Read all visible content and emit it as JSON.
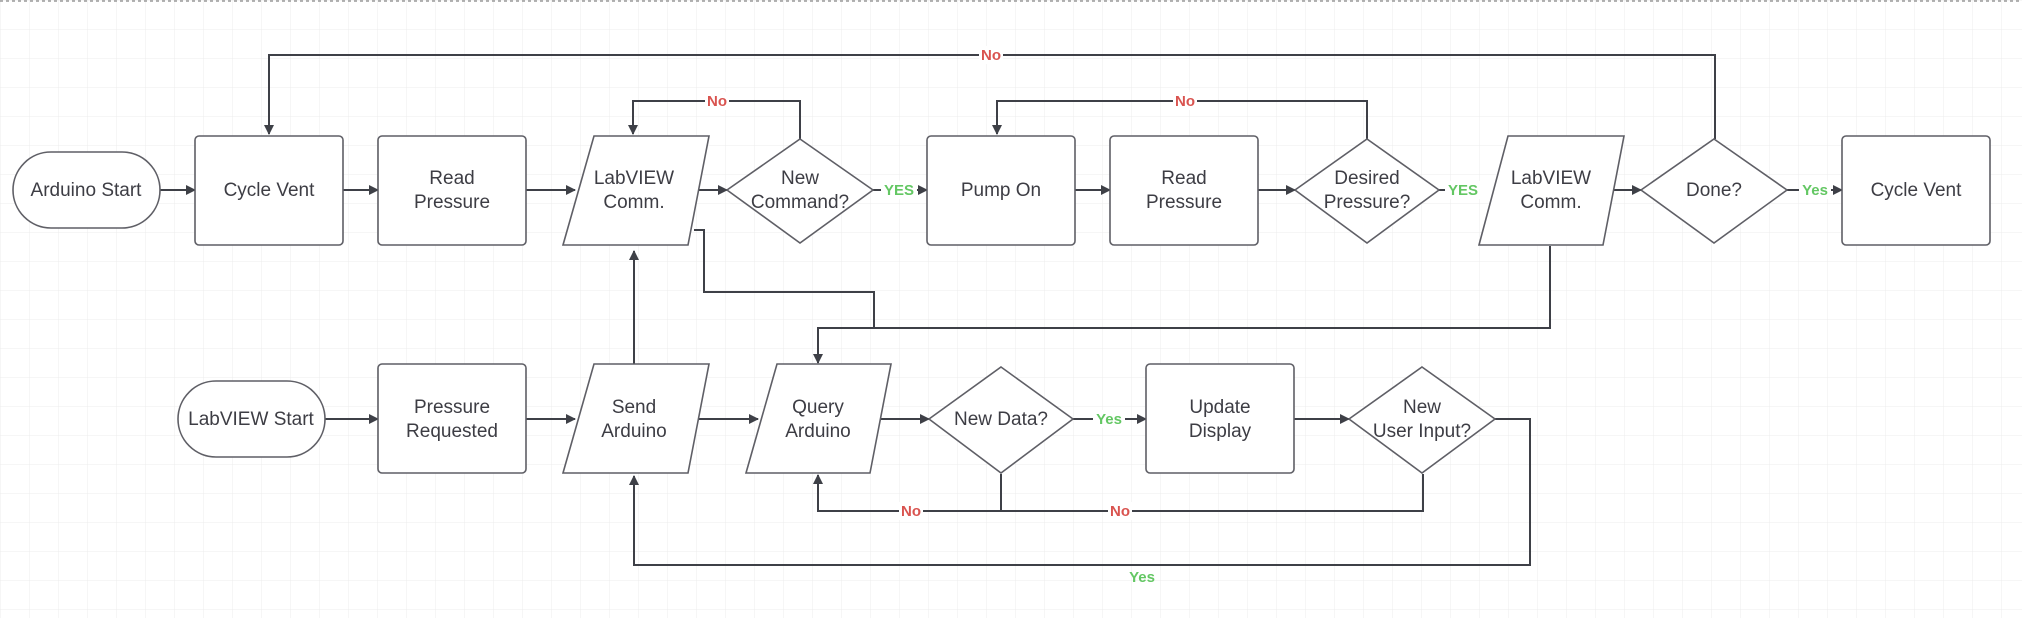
{
  "nodes": {
    "arduino_start": [
      "Arduino Start"
    ],
    "cycle_vent_1": [
      "Cycle Vent"
    ],
    "read_pressure_1": [
      "Read",
      "Pressure"
    ],
    "labview_comm_1": [
      "LabVIEW",
      "Comm."
    ],
    "new_command": [
      "New",
      "Command?"
    ],
    "pump_on": [
      "Pump On"
    ],
    "read_pressure_2": [
      "Read",
      "Pressure"
    ],
    "desired_pressure": [
      "Desired",
      "Pressure?"
    ],
    "labview_comm_2": [
      "LabVIEW",
      "Comm."
    ],
    "done": [
      "Done?"
    ],
    "cycle_vent_2": [
      "Cycle Vent"
    ],
    "labview_start": [
      "LabVIEW Start"
    ],
    "pressure_requested": [
      "Pressure",
      "Requested"
    ],
    "send_arduino": [
      "Send",
      "Arduino"
    ],
    "query_arduino": [
      "Query",
      "Arduino"
    ],
    "new_data": [
      "New Data?"
    ],
    "update_display": [
      "Update",
      "Display"
    ],
    "new_user_input": [
      "New",
      "User Input?"
    ]
  },
  "edge_labels": {
    "done_no": "No",
    "new_command_no": "No",
    "new_command_yes": "YES",
    "desired_pressure_no": "No",
    "desired_pressure_yes": "YES",
    "done_yes": "Yes",
    "new_data_yes": "Yes",
    "new_data_no": "No",
    "new_user_input_no": "No",
    "new_user_input_yes": "Yes"
  },
  "colors": {
    "no_label": "#d9534f",
    "yes_label": "#63c763",
    "edge": "#3e4047",
    "node_border": "#5f5f66",
    "grid": "#e3e3e3"
  }
}
